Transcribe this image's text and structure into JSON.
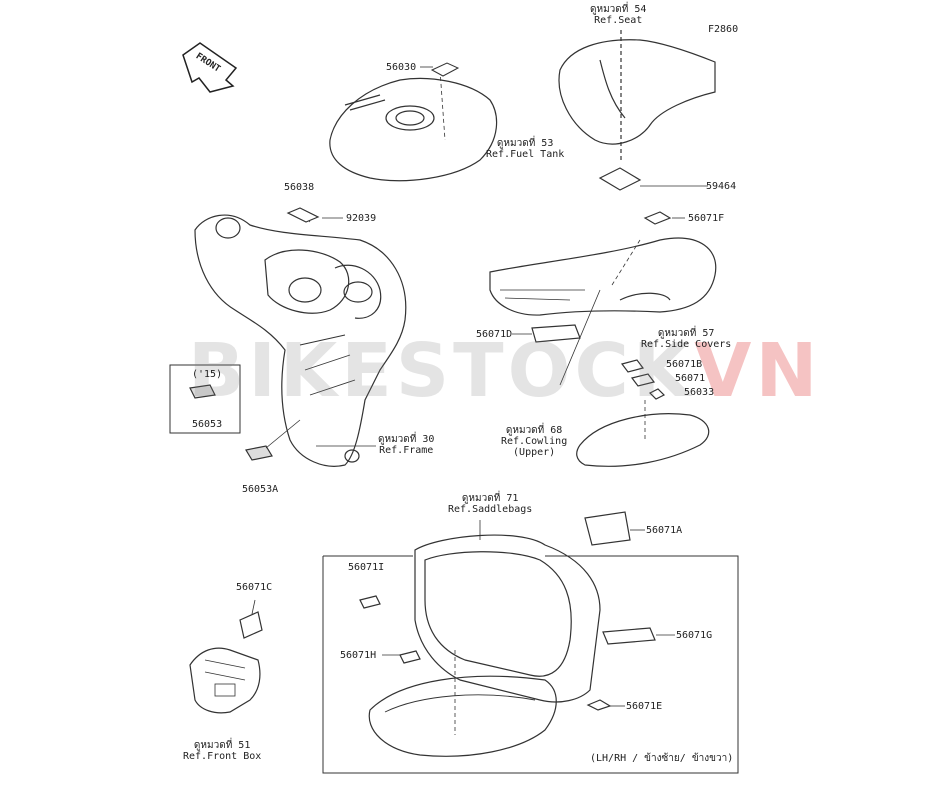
{
  "figure_code": "F2860",
  "front_label": "FRONT",
  "watermark": {
    "main": "BIKESTOCK",
    "accent": "VN"
  },
  "refs": {
    "seat": {
      "thai": "ดูหมวดที่ 54",
      "en": "Ref.Seat"
    },
    "fuel_tank": {
      "thai": "ดูหมวดที่ 53",
      "en": "Ref.Fuel Tank"
    },
    "side_covers": {
      "thai": "ดูหมวดที่ 57",
      "en": "Ref.Side Covers"
    },
    "cowling_upper": {
      "thai": "ดูหมวดที่ 68",
      "en": "Ref.Cowling",
      "en2": "(Upper)"
    },
    "frame": {
      "thai": "ดูหมวดที่ 30",
      "en": "Ref.Frame"
    },
    "saddlebags": {
      "thai": "ดูหมวดที่ 71",
      "en": "Ref.Saddlebags"
    },
    "front_box": {
      "thai": "ดูหมวดที่ 51",
      "en": "Ref.Front Box"
    }
  },
  "parts": {
    "p56030": "56030",
    "p59464": "59464",
    "p56038": "56038",
    "p92039": "92039",
    "p56071F": "56071F",
    "p56071D": "56071D",
    "p56071B": "56071B",
    "p56071": "56071",
    "p56033": "56033",
    "p56053": "56053",
    "p56053A": "56053A",
    "p56071A": "56071A",
    "p56071I": "56071I",
    "p56071G": "56071G",
    "p56071H": "56071H",
    "p56071E": "56071E",
    "p56071C": "56071C"
  },
  "year_note": "('15)",
  "side_note": "(LH/RH / ข้างซ้าย/ ข้างขวา)"
}
